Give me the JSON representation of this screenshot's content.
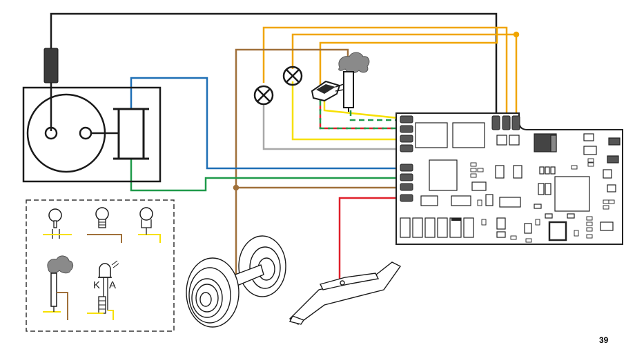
{
  "page": {
    "number": "39"
  },
  "legend": {
    "led_cathode_label": "K",
    "led_anode_label": "A",
    "symbols": [
      "incandescent-bulb-pin",
      "screw-bulb",
      "plug-bulb",
      "smoke-generator",
      "led-with-resistor"
    ]
  },
  "colors": {
    "black": "#1a1a1a",
    "orange": "#f0a500",
    "brown": "#a0703a",
    "yellow": "#f7e000",
    "grey": "#a8a8a8",
    "blue": "#1e6fb5",
    "green": "#1f9a4a",
    "red": "#e0202a",
    "board_outline": "#222222",
    "legend_border": "#333333"
  },
  "wires": [
    "black",
    "orange",
    "brown",
    "yellow",
    "grey",
    "blue",
    "green",
    "red"
  ]
}
